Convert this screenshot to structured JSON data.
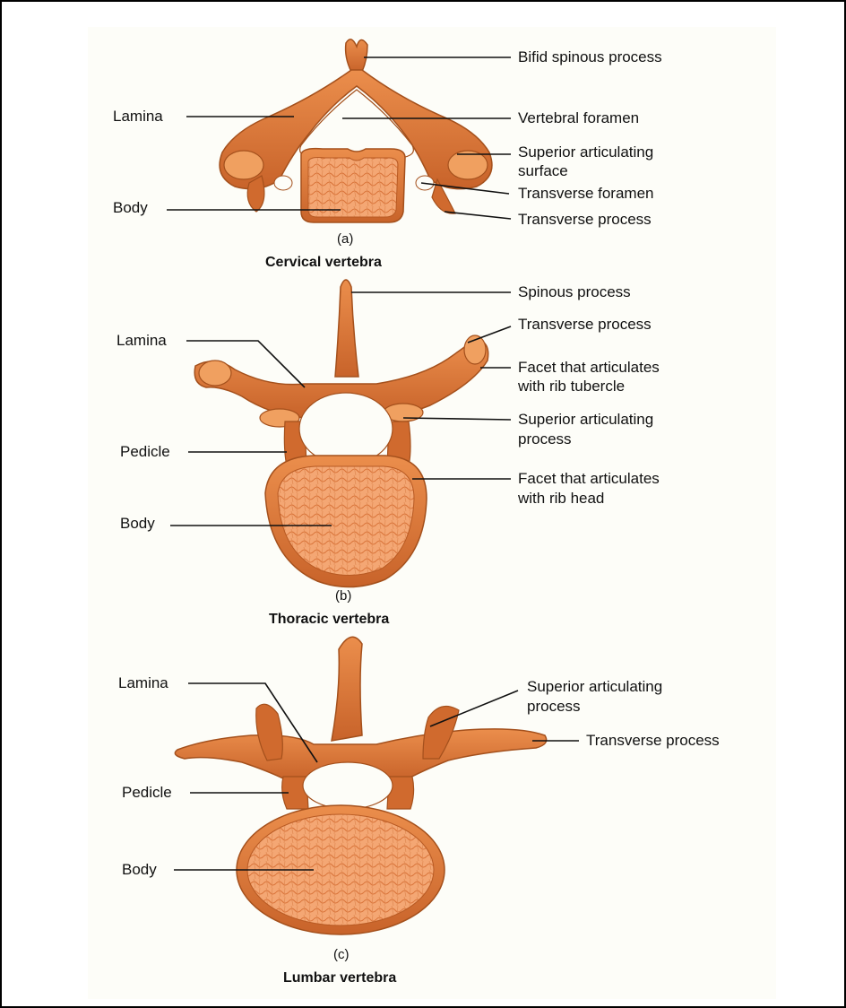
{
  "colors": {
    "bone": "#e0793a",
    "bone_dark": "#b85a23",
    "bone_light": "#f0a060",
    "marrow": "#f4a774",
    "ink": "#111111"
  },
  "cervical": {
    "caption": "(a)",
    "title": "Cervical vertebra",
    "labels": {
      "bifid_spinous": "Bifid spinous process",
      "lamina": "Lamina",
      "vertebral_foramen": "Vertebral foramen",
      "superior_articulating_1": "Superior articulating",
      "superior_articulating_2": "surface",
      "body": "Body",
      "transverse_foramen": "Transverse foramen",
      "transverse_process": "Transverse process"
    }
  },
  "thoracic": {
    "caption": "(b)",
    "title": "Thoracic vertebra",
    "labels": {
      "spinous": "Spinous process",
      "transverse_process": "Transverse process",
      "lamina": "Lamina",
      "facet_tubercle_1": "Facet that articulates",
      "facet_tubercle_2": "with rib tubercle",
      "superior_articulating_1": "Superior articulating",
      "superior_articulating_2": "process",
      "pedicle": "Pedicle",
      "facet_head_1": "Facet that articulates",
      "facet_head_2": "with rib head",
      "body": "Body"
    }
  },
  "lumbar": {
    "caption": "(c)",
    "title": "Lumbar vertebra",
    "labels": {
      "lamina": "Lamina",
      "superior_articulating_1": "Superior articulating",
      "superior_articulating_2": "process",
      "transverse_process": "Transverse process",
      "pedicle": "Pedicle",
      "body": "Body"
    }
  }
}
